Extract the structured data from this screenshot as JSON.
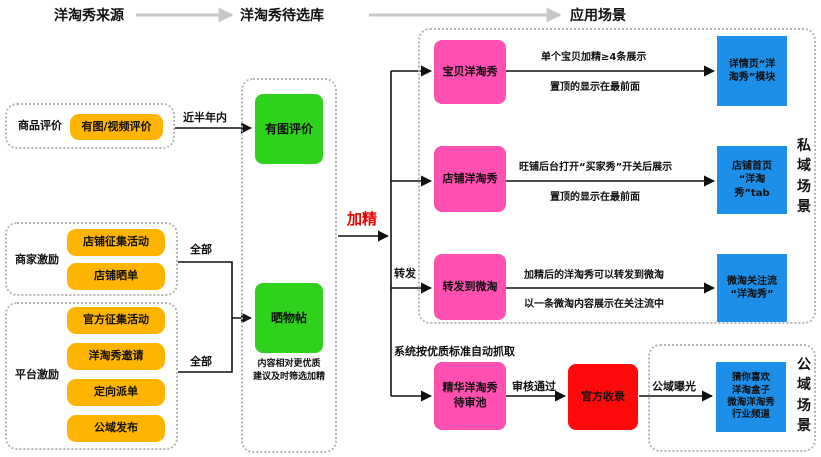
{
  "headers": {
    "source": "洋淘秀来源",
    "pool": "洋淘秀待选库",
    "scene": "应用场景"
  },
  "sources": {
    "review_group": "商品评价",
    "review_item": "有图/视频评价",
    "merchant_group": "商家激励",
    "merchant_items": [
      "店铺征集活动",
      "店铺晒单"
    ],
    "platform_group": "平台激励",
    "platform_items": [
      "官方征集活动",
      "洋淘秀邀请",
      "定向派单",
      "公域发布"
    ]
  },
  "edge_labels": {
    "half_year": "近半年内",
    "all_merchant": "全部",
    "all_platform": "全部",
    "featured": "加精",
    "forward": "转发",
    "auto_grab": "系统按优质标准自动抓取",
    "review_pass": "审核通过",
    "public_exposure": "公域曝光"
  },
  "pool": {
    "pic_review": "有图评价",
    "share_post": "晒物帖",
    "note": "内容相对更优质\n建议及时筛选加精"
  },
  "private_scene": {
    "rows": [
      {
        "source": "宝贝洋淘秀",
        "desc1": "单个宝贝加精≥4条展示",
        "desc2": "置顶的显示在最前面",
        "target": "详情页“洋\n淘秀”模块"
      },
      {
        "source": "店铺洋淘秀",
        "desc1": "旺铺后台打开“买家秀”开关后展示",
        "desc2": "置顶的显示在最前面",
        "target": "店铺首页\n“洋淘\n秀”tab"
      },
      {
        "source": "转发到微淘",
        "desc1": "加精后的洋淘秀可以转发到微淘",
        "desc2": "以一条微淘内容展示在关注流中",
        "target": "微淘关注流\n“洋淘秀”"
      }
    ],
    "side_label": "私域场景"
  },
  "public_scene": {
    "pool_box": "精华洋淘秀\n待审池",
    "official": "官方收录",
    "target": "猜你喜欢\n洋淘盒子\n微淘洋淘秀\n行业频道",
    "side_label": "公域场景"
  },
  "colors": {
    "green": "#2ed11b",
    "yellow": "#ffb400",
    "pink": "#ff4fb0",
    "blue": "#1e8fe8",
    "red": "#ff0a0a",
    "featured_text": "#e60000",
    "header_arrow": "#c8c8c8"
  }
}
